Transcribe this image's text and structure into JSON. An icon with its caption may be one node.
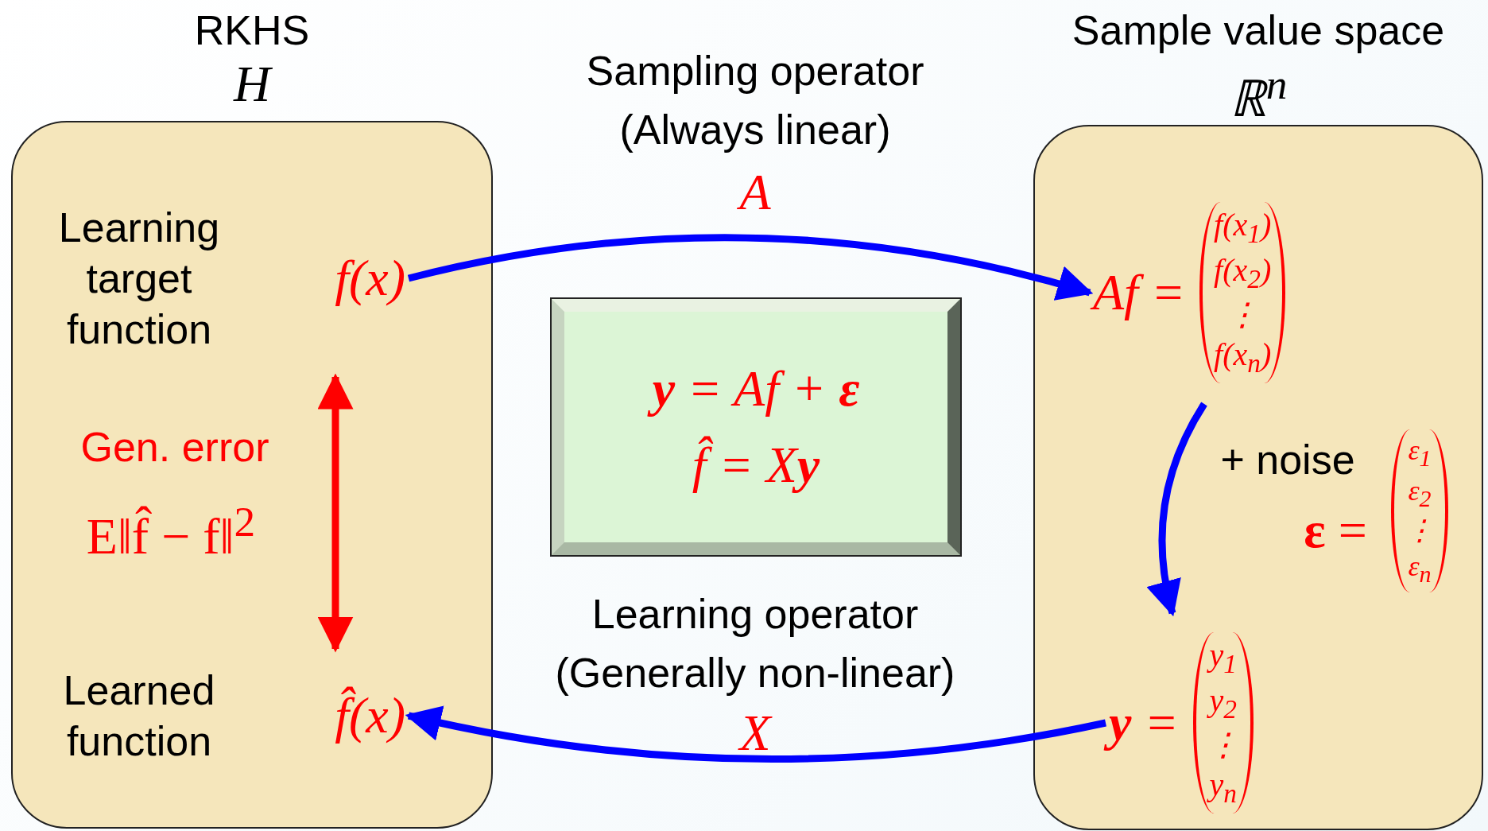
{
  "diagram": {
    "nodes": [
      {
        "text": [
          "RKHS",
          "H"
        ]
      },
      {
        "text": [
          "Learning target function",
          "f(x)"
        ],
        "in": 0
      },
      {
        "text": [
          "Learned function",
          "f̂(x)"
        ],
        "in": 0
      },
      {
        "text": [
          "Sample value space",
          "ℝ$^{n}$"
        ]
      },
      {
        "text": [
          "Af =",
          "f(x$_{1}$) f(x$_{2}$) ⋮ f(x$_{n}$)"
        ],
        "in": 3
      },
      {
        "text": [
          "**y** =",
          "y$_{1}$ y$_{2}$ ⋮ y$_{n}$"
        ],
        "in": 3
      },
      {
        "text": [
          "**y** = Af + **ε**",
          "f̂ = X**y**"
        ]
      }
    ],
    "edges": [
      {
        "from": 1,
        "to": 4,
        "arrow": "to",
        "label": "A"
      },
      {
        "from": 4,
        "to": 5,
        "arrow": "to",
        "label": "+ noise"
      },
      {
        "from": 5,
        "to": 2,
        "arrow": "to",
        "label": "X"
      },
      {
        "from": 1,
        "to": 2,
        "arrow": "both",
        "label": "Gen. error",
        "color": "#ff0000"
      }
    ],
    "labels": [
      "Sampling operator (Always linear)",
      "E‖f̂ − f‖$^{2}$",
      "**ε** =",
      "ε$_{1}$ ε$_{2}$ ⋮ ε$_{n}$",
      "Learning operator (Generally non-linear)"
    ]
  }
}
